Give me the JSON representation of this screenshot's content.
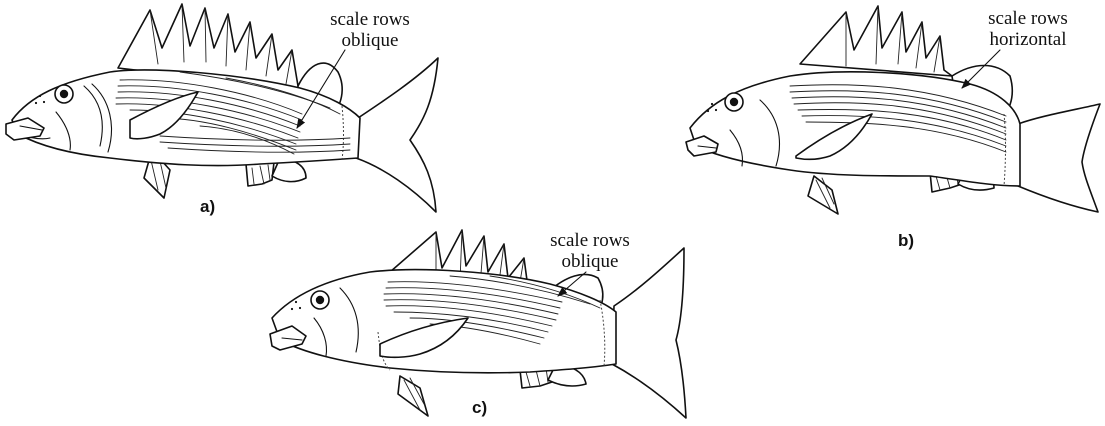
{
  "figure": {
    "panels": [
      {
        "id": "a",
        "label": "a)",
        "annotation": [
          "scale rows",
          "oblique"
        ]
      },
      {
        "id": "b",
        "label": "b)",
        "annotation": [
          "scale rows",
          "horizontal"
        ]
      },
      {
        "id": "c",
        "label": "c)",
        "annotation": [
          "scale rows",
          "oblique"
        ]
      }
    ]
  }
}
